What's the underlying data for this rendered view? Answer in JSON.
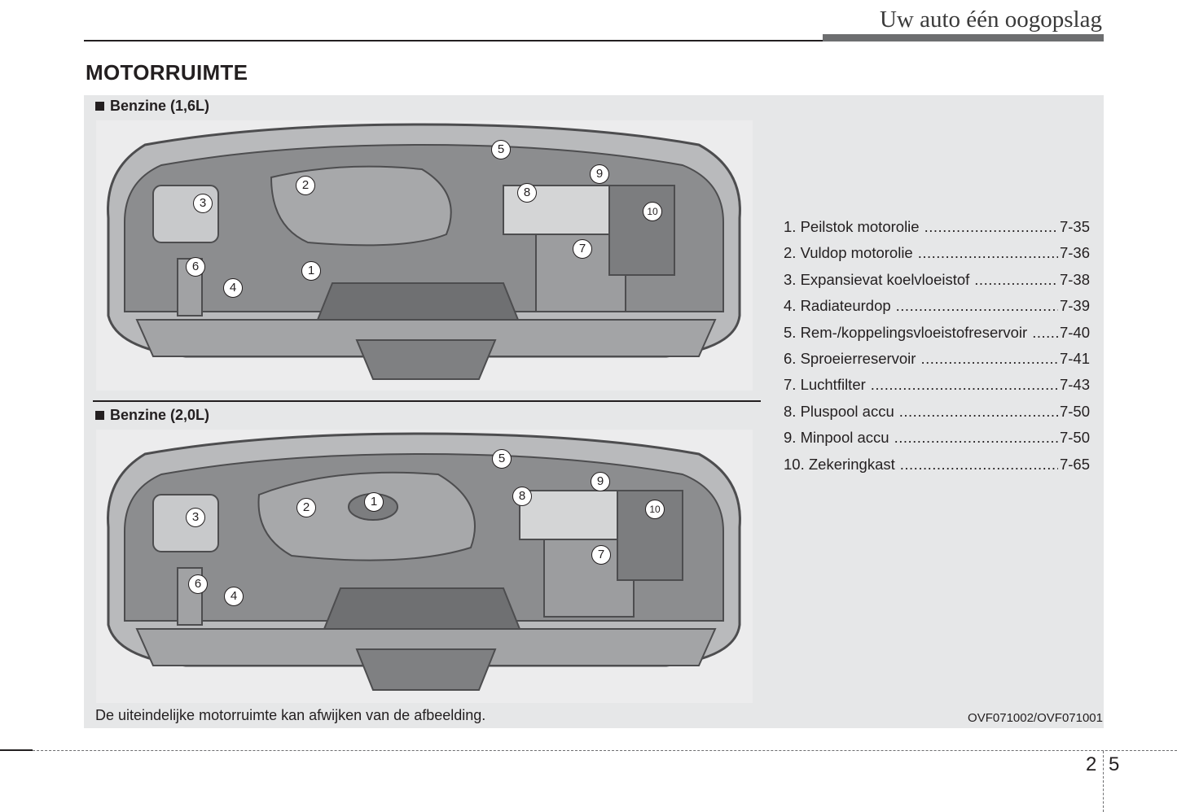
{
  "header": {
    "title": "Uw auto één oogopslag"
  },
  "section": {
    "title": "MOTORRUIMTE"
  },
  "figures": [
    {
      "label": "Benzine (1,6L)",
      "callouts": [
        "1",
        "2",
        "3",
        "4",
        "5",
        "6",
        "7",
        "8",
        "9",
        "10"
      ]
    },
    {
      "label": "Benzine (2,0L)",
      "callouts": [
        "1",
        "2",
        "3",
        "4",
        "5",
        "6",
        "7",
        "8",
        "9",
        "10"
      ]
    }
  ],
  "legend": [
    {
      "label": "1. Peilstok motorolie",
      "page": "7-35"
    },
    {
      "label": "2. Vuldop motorolie",
      "page": "7-36"
    },
    {
      "label": "3. Expansievat koelvloeistof",
      "page": "7-38"
    },
    {
      "label": "4. Radiateurdop",
      "page": "7-39"
    },
    {
      "label": "5. Rem-/koppelingsvloeistofreservoir",
      "page": "7-40"
    },
    {
      "label": "6. Sproeierreservoir",
      "page": "7-41"
    },
    {
      "label": "7. Luchtfilter",
      "page": "7-43"
    },
    {
      "label": "8. Pluspool accu",
      "page": "7-50"
    },
    {
      "label": "9. Minpool accu",
      "page": "7-50"
    },
    {
      "label": "10. Zekeringkast",
      "page": "7-65"
    }
  ],
  "caption": "De uiteindelijke motorruimte kan afwijken van de afbeelding.",
  "image_code": "OVF071002/OVF071001",
  "page": {
    "chapter": "2",
    "number": "5"
  }
}
